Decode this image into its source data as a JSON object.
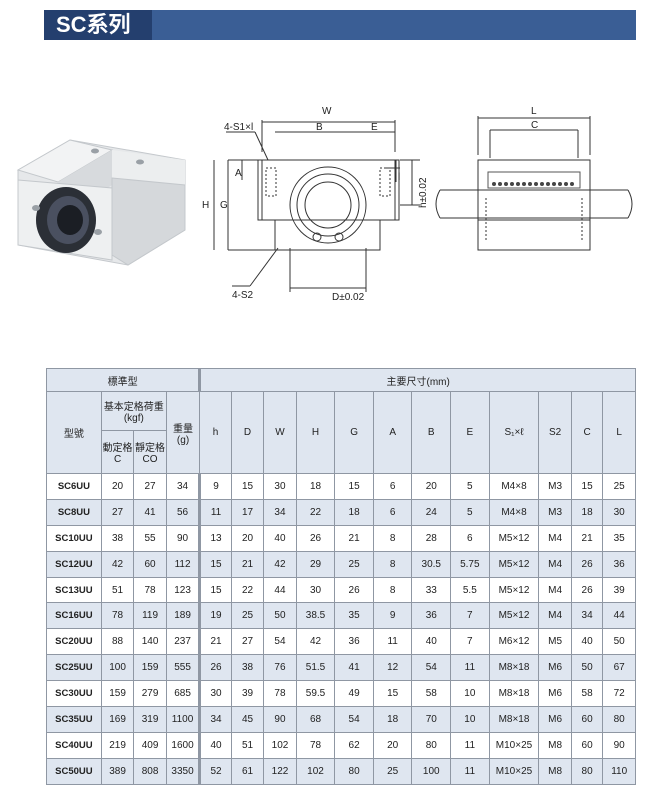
{
  "title": "SC系列",
  "drawing_labels": {
    "W": "W",
    "B": "B",
    "E": "E",
    "S1": "4-S1×l",
    "A": "A",
    "G": "G",
    "H": "H",
    "l": "l",
    "h": "h±0.02",
    "S2": "4-S2",
    "D": "D±0.02",
    "L": "L",
    "C": "C"
  },
  "table": {
    "group_standard": "標準型",
    "group_dimensions": "主要尺寸(mm)",
    "col_model": "型號",
    "col_load_line1": "基本定格荷重",
    "col_load_line2": "(kgf)",
    "col_dynamic_line1": "動定格",
    "col_dynamic_line2": "C",
    "col_static_line1": "靜定格",
    "col_static_line2": "CO",
    "col_weight_line1": "重量",
    "col_weight_line2": "(g)",
    "dim_columns": [
      "h",
      "D",
      "W",
      "H",
      "G",
      "A",
      "B",
      "E",
      "S₁×ℓ",
      "S2",
      "C",
      "L"
    ],
    "rows": [
      [
        "SC6UU",
        "20",
        "27",
        "34",
        "9",
        "15",
        "30",
        "18",
        "15",
        "6",
        "20",
        "5",
        "M4×8",
        "M3",
        "15",
        "25"
      ],
      [
        "SC8UU",
        "27",
        "41",
        "56",
        "11",
        "17",
        "34",
        "22",
        "18",
        "6",
        "24",
        "5",
        "M4×8",
        "M3",
        "18",
        "30"
      ],
      [
        "SC10UU",
        "38",
        "55",
        "90",
        "13",
        "20",
        "40",
        "26",
        "21",
        "8",
        "28",
        "6",
        "M5×12",
        "M4",
        "21",
        "35"
      ],
      [
        "SC12UU",
        "42",
        "60",
        "112",
        "15",
        "21",
        "42",
        "29",
        "25",
        "8",
        "30.5",
        "5.75",
        "M5×12",
        "M4",
        "26",
        "36"
      ],
      [
        "SC13UU",
        "51",
        "78",
        "123",
        "15",
        "22",
        "44",
        "30",
        "26",
        "8",
        "33",
        "5.5",
        "M5×12",
        "M4",
        "26",
        "39"
      ],
      [
        "SC16UU",
        "78",
        "119",
        "189",
        "19",
        "25",
        "50",
        "38.5",
        "35",
        "9",
        "36",
        "7",
        "M5×12",
        "M4",
        "34",
        "44"
      ],
      [
        "SC20UU",
        "88",
        "140",
        "237",
        "21",
        "27",
        "54",
        "42",
        "36",
        "11",
        "40",
        "7",
        "M6×12",
        "M5",
        "40",
        "50"
      ],
      [
        "SC25UU",
        "100",
        "159",
        "555",
        "26",
        "38",
        "76",
        "51.5",
        "41",
        "12",
        "54",
        "11",
        "M8×18",
        "M6",
        "50",
        "67"
      ],
      [
        "SC30UU",
        "159",
        "279",
        "685",
        "30",
        "39",
        "78",
        "59.5",
        "49",
        "15",
        "58",
        "10",
        "M8×18",
        "M6",
        "58",
        "72"
      ],
      [
        "SC35UU",
        "169",
        "319",
        "1100",
        "34",
        "45",
        "90",
        "68",
        "54",
        "18",
        "70",
        "10",
        "M8×18",
        "M6",
        "60",
        "80"
      ],
      [
        "SC40UU",
        "219",
        "409",
        "1600",
        "40",
        "51",
        "102",
        "78",
        "62",
        "20",
        "80",
        "11",
        "M10×25",
        "M8",
        "60",
        "90"
      ],
      [
        "SC50UU",
        "389",
        "808",
        "3350",
        "52",
        "61",
        "122",
        "102",
        "80",
        "25",
        "100",
        "11",
        "M10×25",
        "M8",
        "80",
        "110"
      ]
    ]
  }
}
